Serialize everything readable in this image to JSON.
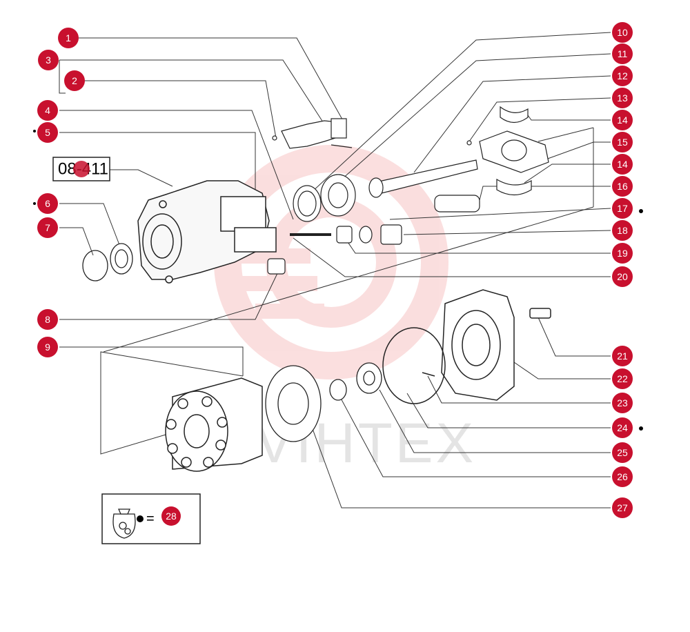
{
  "diagram": {
    "reference_label": "08-411",
    "watermark_text": "VIHTEX",
    "legend_label": "28",
    "legend_symbol": "= ",
    "colors": {
      "callout": "#c8102e",
      "line": "#333333",
      "watermark": "#f3a3a3"
    },
    "callouts": [
      "1",
      "2",
      "3",
      "4",
      "5",
      "6",
      "7",
      "8",
      "9",
      "10",
      "11",
      "12",
      "13",
      "14",
      "15",
      "14",
      "16",
      "17",
      "18",
      "19",
      "20",
      "21",
      "22",
      "23",
      "24",
      "25",
      "26",
      "27"
    ]
  }
}
